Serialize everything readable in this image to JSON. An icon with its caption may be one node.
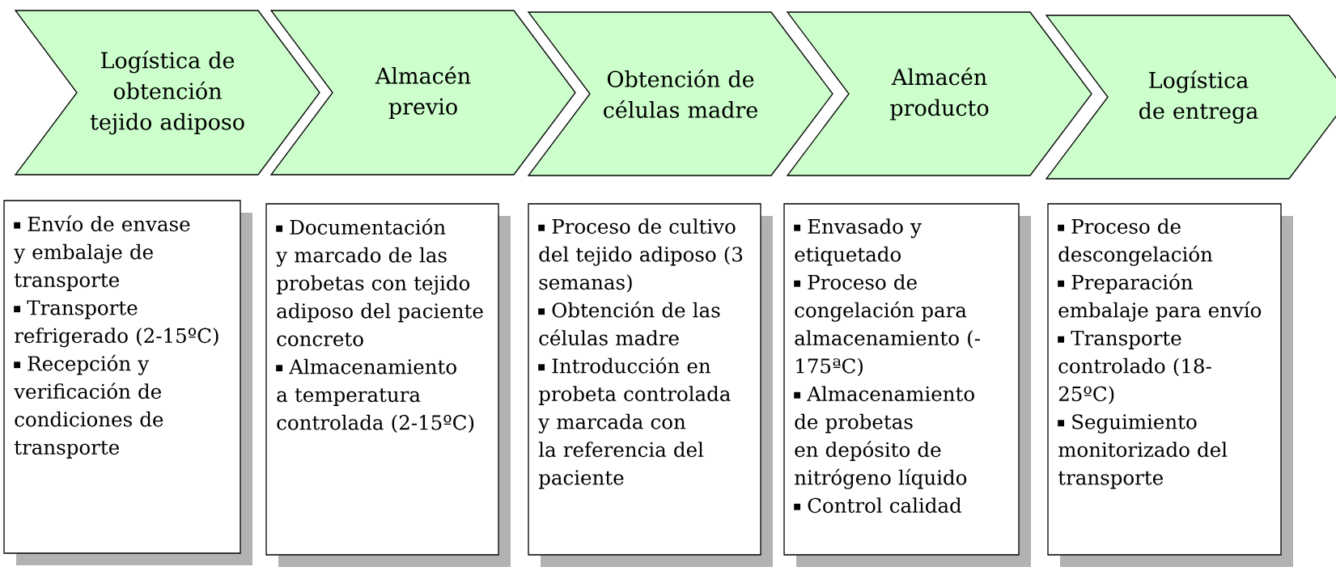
{
  "diagram": {
    "nodes": [
      {
        "text": [
          "Logística de obtención tejido adiposo"
        ]
      },
      {
        "text": [
          "Almacén previo"
        ]
      },
      {
        "text": [
          "Obtención de células madre"
        ]
      },
      {
        "text": [
          "Almacén producto"
        ]
      },
      {
        "text": [
          "Logística de entrega"
        ]
      },
      {
        "text": [
          "Envío de envase y embalaje de transporte",
          "Transporte refrigerado (2-15ºC)",
          "Recepción y verificación de condiciones de transporte"
        ]
      },
      {
        "text": [
          "Documentación y marcado de las probetas con tejido adiposo del paciente concreto",
          "Almacenamiento a temperatura controlada (2-15ºC)"
        ]
      },
      {
        "text": [
          "Proceso de cultivo del tejido adiposo (3 semanas)",
          "Obtención de las células madre",
          "Introducción en probeta controlada y marcada con la referencia del paciente"
        ]
      },
      {
        "text": [
          "Envasado y etiquetado",
          "Proceso de congelación para almacenamiento (-175ªC)",
          "Almacenamiento de probetas en depósito de nitrógeno líquido",
          "Control calidad"
        ]
      },
      {
        "text": [
          "Proceso de descongelación",
          "Preparación embalaje para envío",
          "Transporte controlado (18-25ºC)",
          "Seguimiento monitorizado del transporte"
        ]
      }
    ]
  }
}
